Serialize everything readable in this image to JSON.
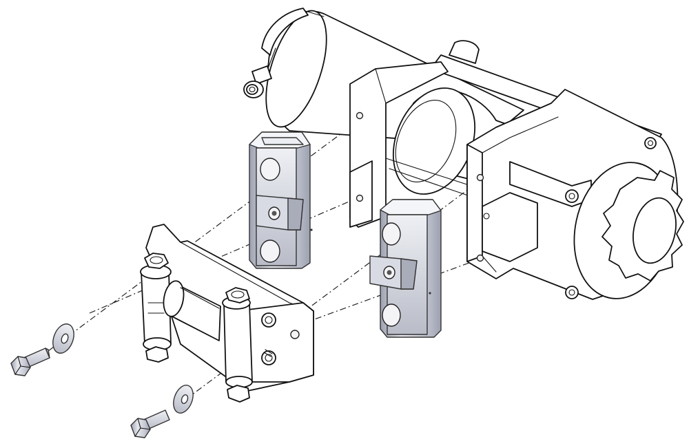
{
  "diagram": {
    "kind": "exploded-assembly-line-drawing",
    "colors": {
      "line": "#111111",
      "background": "#ffffff",
      "metal_light": "#e6e8ee",
      "metal_mid": "#c9ccd6",
      "metal_dark": "#9da1b0"
    },
    "components": [
      "winch-motor-assembly",
      "mounting-channel-upper",
      "mounting-channel-lower",
      "roller-fairlead",
      "hex-bolt-upper",
      "flat-washer-upper",
      "hex-bolt-lower",
      "flat-washer-lower"
    ]
  }
}
